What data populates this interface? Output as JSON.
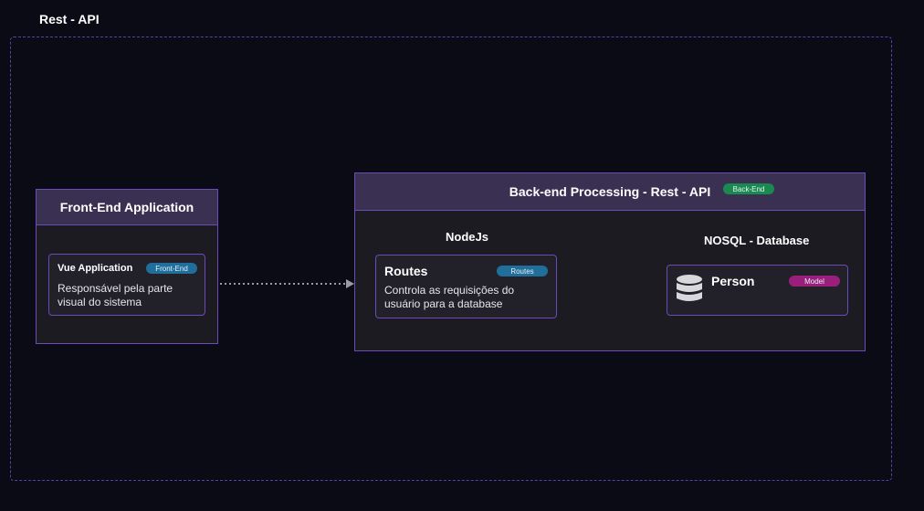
{
  "diagram": {
    "title": "Rest - API",
    "frontend_group": {
      "title": "Front-End Application",
      "card": {
        "name": "Vue Application",
        "badge": "Front-End",
        "description_line1": "Responsável pela parte",
        "description_line2": "visual do sistema"
      }
    },
    "backend_group": {
      "title": "Back-end Processing - Rest - API",
      "badge": "Back-End",
      "nodejs_label": "NodeJs",
      "database_label": "NOSQL - Database",
      "routes_card": {
        "name": "Routes",
        "badge": "Routes",
        "description_line1": "Controla as requisições do",
        "description_line2": "usuário para a database"
      },
      "person_card": {
        "name": "Person",
        "badge": "Model",
        "icon": "database-icon"
      }
    },
    "colors": {
      "background": "#0a0b14",
      "border_accent": "#6a4bb8",
      "frontend_badge": "#1f6f9a",
      "routes_badge": "#1f6f9a",
      "backend_badge": "#1a8a4f",
      "model_badge": "#9a1f7a"
    }
  }
}
